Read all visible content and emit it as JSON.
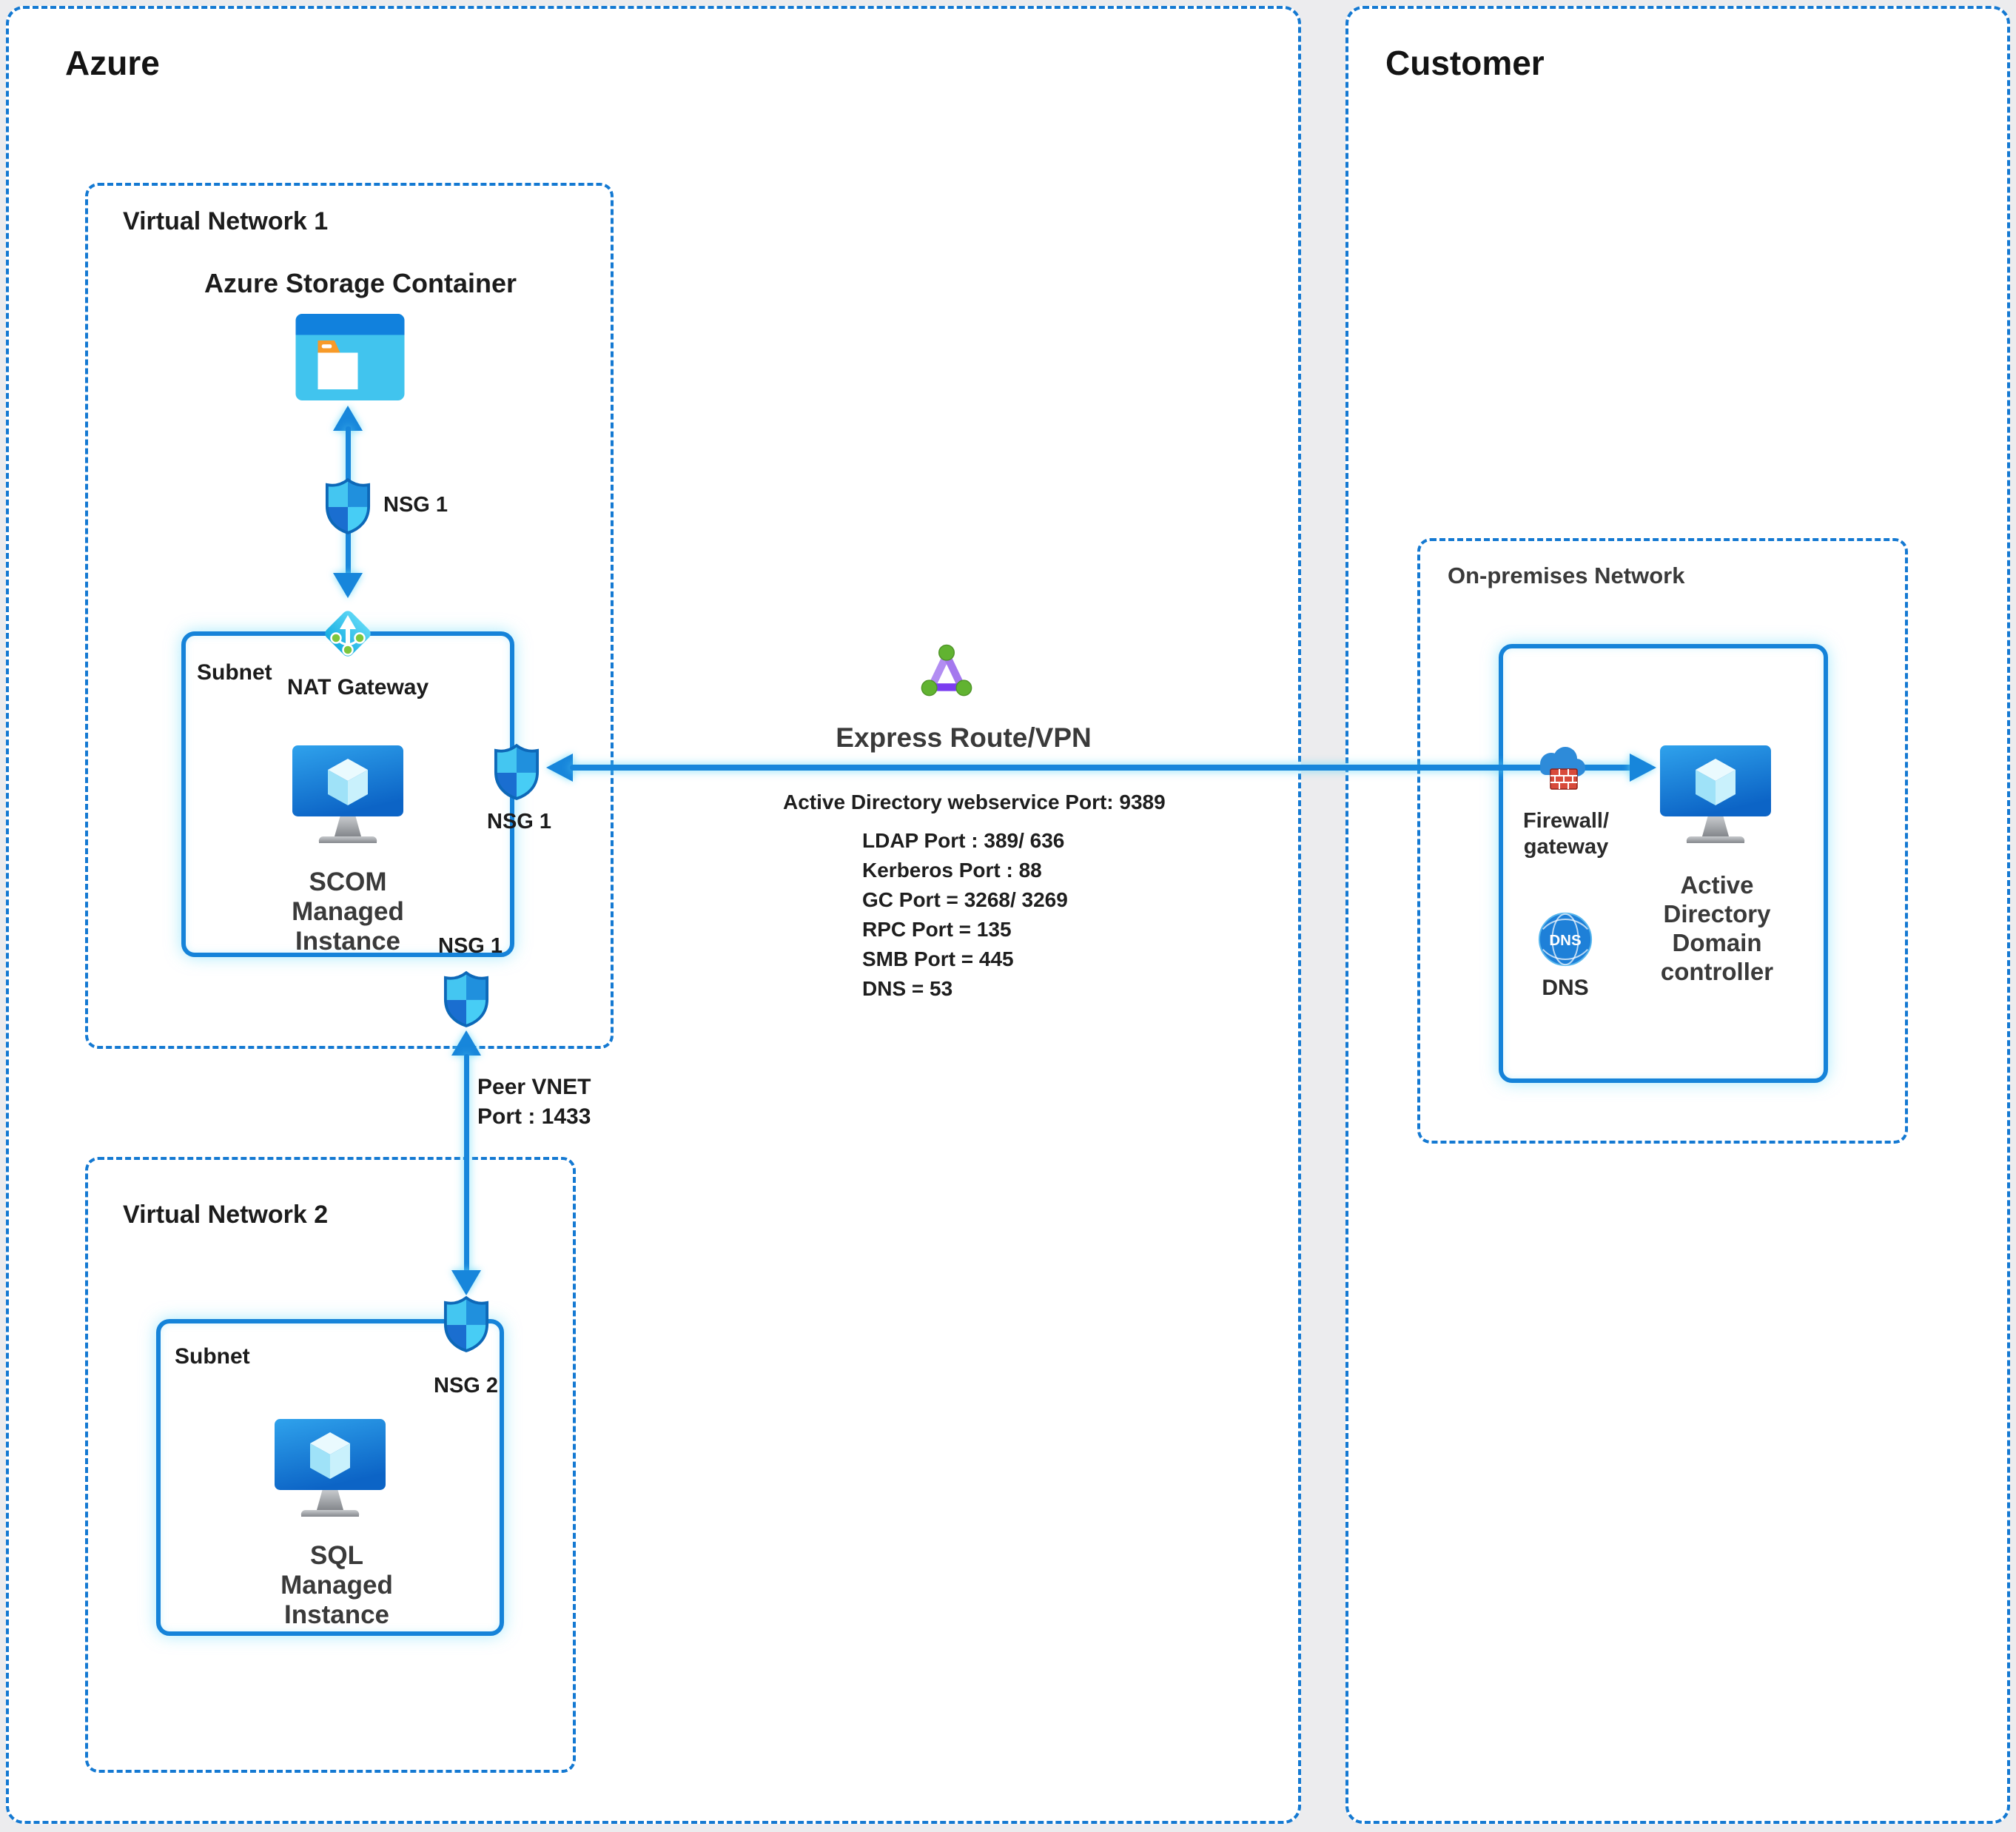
{
  "colors": {
    "dashed_border": "#1479d2",
    "solid_border": "#1583d9",
    "arrow": "#1786db",
    "background": "#ececee",
    "shield_tl": "#44c6f1",
    "shield_tr": "#2090dd",
    "shield_bl": "#1a6ed0",
    "shield_br": "#47cdf5",
    "storage_body": "#41c4ee",
    "storage_bar": "#1181dd",
    "folder_tab_orange": "#f79a28",
    "express_purple": "#7b3df0",
    "express_green": "#61b331",
    "firewall_red": "#d84b3b",
    "dns_blue": "#1e80d8"
  },
  "azure": {
    "title": "Azure"
  },
  "customer": {
    "title": "Customer"
  },
  "vnet1": {
    "label": "Virtual Network 1",
    "storage_label": "Azure Storage Container",
    "nsg_top_label": "NSG 1",
    "subnet": {
      "label": "Subnet",
      "nat_label": "NAT Gateway",
      "scom_line1": "SCOM",
      "scom_line2": "Managed Instance",
      "nsg_right_label": "NSG 1",
      "nsg_bottom_label": "NSG 1"
    }
  },
  "peer_link": {
    "line1": "Peer VNET",
    "line2": "Port : 1433"
  },
  "vnet2": {
    "label": "Virtual Network 2",
    "subnet": {
      "label": "Subnet",
      "nsg_label": "NSG 2",
      "sql_line1": "SQL",
      "sql_line2": "Managed Instance"
    }
  },
  "express_route": {
    "label": "Express Route/VPN",
    "ports_header": "Active Directory webservice Port: 9389",
    "ports": [
      "LDAP Port : 389/ 636",
      "Kerberos Port : 88",
      "GC Port = 3268/ 3269",
      "RPC Port = 135",
      "SMB Port = 445",
      "DNS = 53"
    ]
  },
  "onprem": {
    "label": "On-premises Network",
    "firewall_line1": "Firewall/",
    "firewall_line2": "gateway",
    "ad_lines": [
      "Active",
      "Directory",
      "Domain",
      "controller"
    ],
    "dns_icon_text": "DNS",
    "dns_label": "DNS"
  }
}
